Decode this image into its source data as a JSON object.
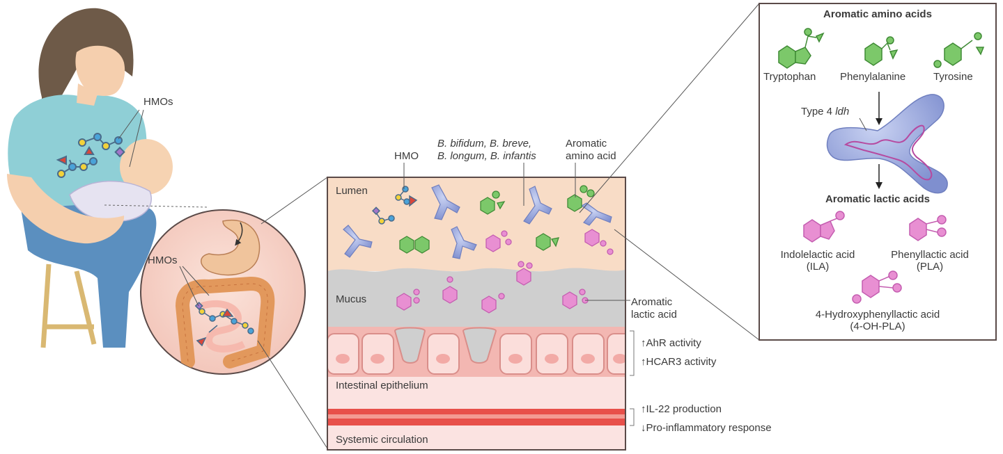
{
  "left": {
    "hmo_label_mother": "HMOs",
    "hmo_label_gut": "HMOs"
  },
  "middle": {
    "hmo": "HMO",
    "bacteria_line1_a": "B. bifidum",
    "bacteria_line1_b": "B. breve,",
    "bacteria_line2": "B. longum, B. infantis",
    "aromatic_amino_line1": "Aromatic",
    "aromatic_amino_line2": "amino acid",
    "lumen": "Lumen",
    "mucus": "Mucus",
    "aromatic_lactic_line1": "Aromatic",
    "aromatic_lactic_line2": "lactic acid",
    "epithelium": "Intestinal epithelium",
    "circulation": "Systemic circulation",
    "effect_ahr": "AhR activity",
    "effect_hcar3": "HCAR3 activity",
    "effect_il22": "IL-22 production",
    "effect_inflam": "Pro-inflammatory response",
    "arrow_up": "↑",
    "arrow_down": "↓"
  },
  "inset": {
    "title_amino": "Aromatic amino acids",
    "tryptophan": "Tryptophan",
    "phenylalanine": "Phenylalanine",
    "tyrosine": "Tyrosine",
    "enzyme_prefix": "Type 4 ",
    "enzyme_gene": "ldh",
    "title_lactic": "Aromatic lactic acids",
    "ila_name": "Indolelactic acid",
    "ila_abbr": "(ILA)",
    "pla_name": "Phenyllactic acid",
    "pla_abbr": "(PLA)",
    "ohpla_name": "4-Hydroxyphenyllactic acid",
    "ohpla_abbr": "(4-OH-PLA)"
  },
  "colors": {
    "skin": "#f5cfae",
    "shirt": "#8fcfd6",
    "jeans": "#5b8fbf",
    "hair": "#6e5a48",
    "lumen_bg": "#f8dcc6",
    "mucus_bg": "#cccccc",
    "epithelium": "#f7c9c6",
    "bacteria": "#8f9fd6",
    "amino_green": "#7cc86a",
    "lactic_pink": "#e88fd2",
    "hmo_blue": "#4aa3d9",
    "hmo_yellow": "#f3d23a",
    "hmo_red": "#d9463a",
    "hmo_purple": "#a276c9"
  }
}
